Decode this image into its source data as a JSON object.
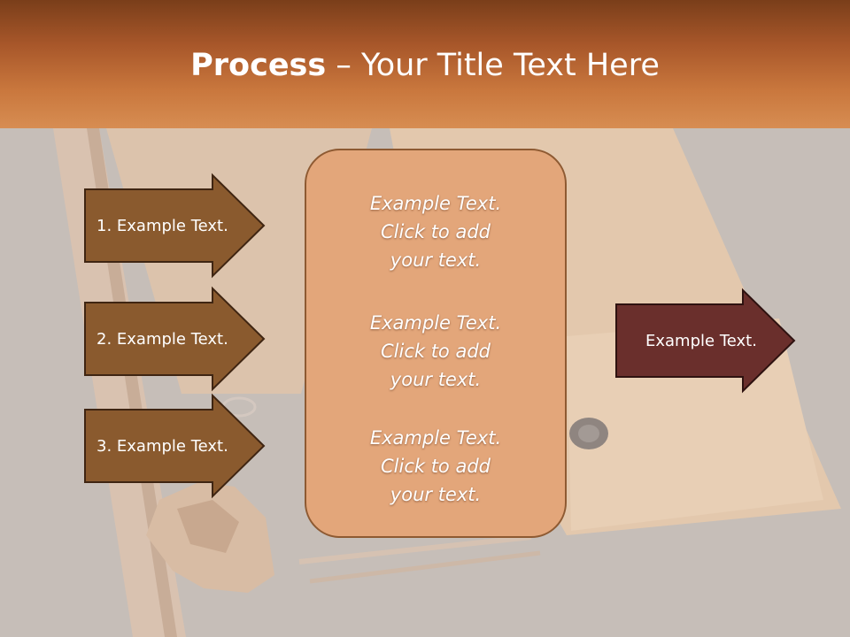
{
  "title": {
    "bold": "Process",
    "rest": " – Your Title Text Here"
  },
  "steps": [
    {
      "label": "1. Example Text."
    },
    {
      "label": "2. Example Text."
    },
    {
      "label": "3. Example Text."
    }
  ],
  "panel": {
    "blocks": [
      {
        "lines": [
          "Example Text.",
          "Click  to add",
          "your text."
        ]
      },
      {
        "lines": [
          "Example Text.",
          "Click  to add",
          "your text."
        ]
      },
      {
        "lines": [
          "Example Text.",
          "Click  to add",
          "your text."
        ]
      }
    ]
  },
  "result": {
    "label": "Example Text."
  },
  "colors": {
    "step_fill": "#8a5a2e",
    "result_fill": "#6a2f2c",
    "panel_fill": "#e3a67a",
    "header_top": "#7a3e1a",
    "header_bottom": "#d78d52"
  }
}
